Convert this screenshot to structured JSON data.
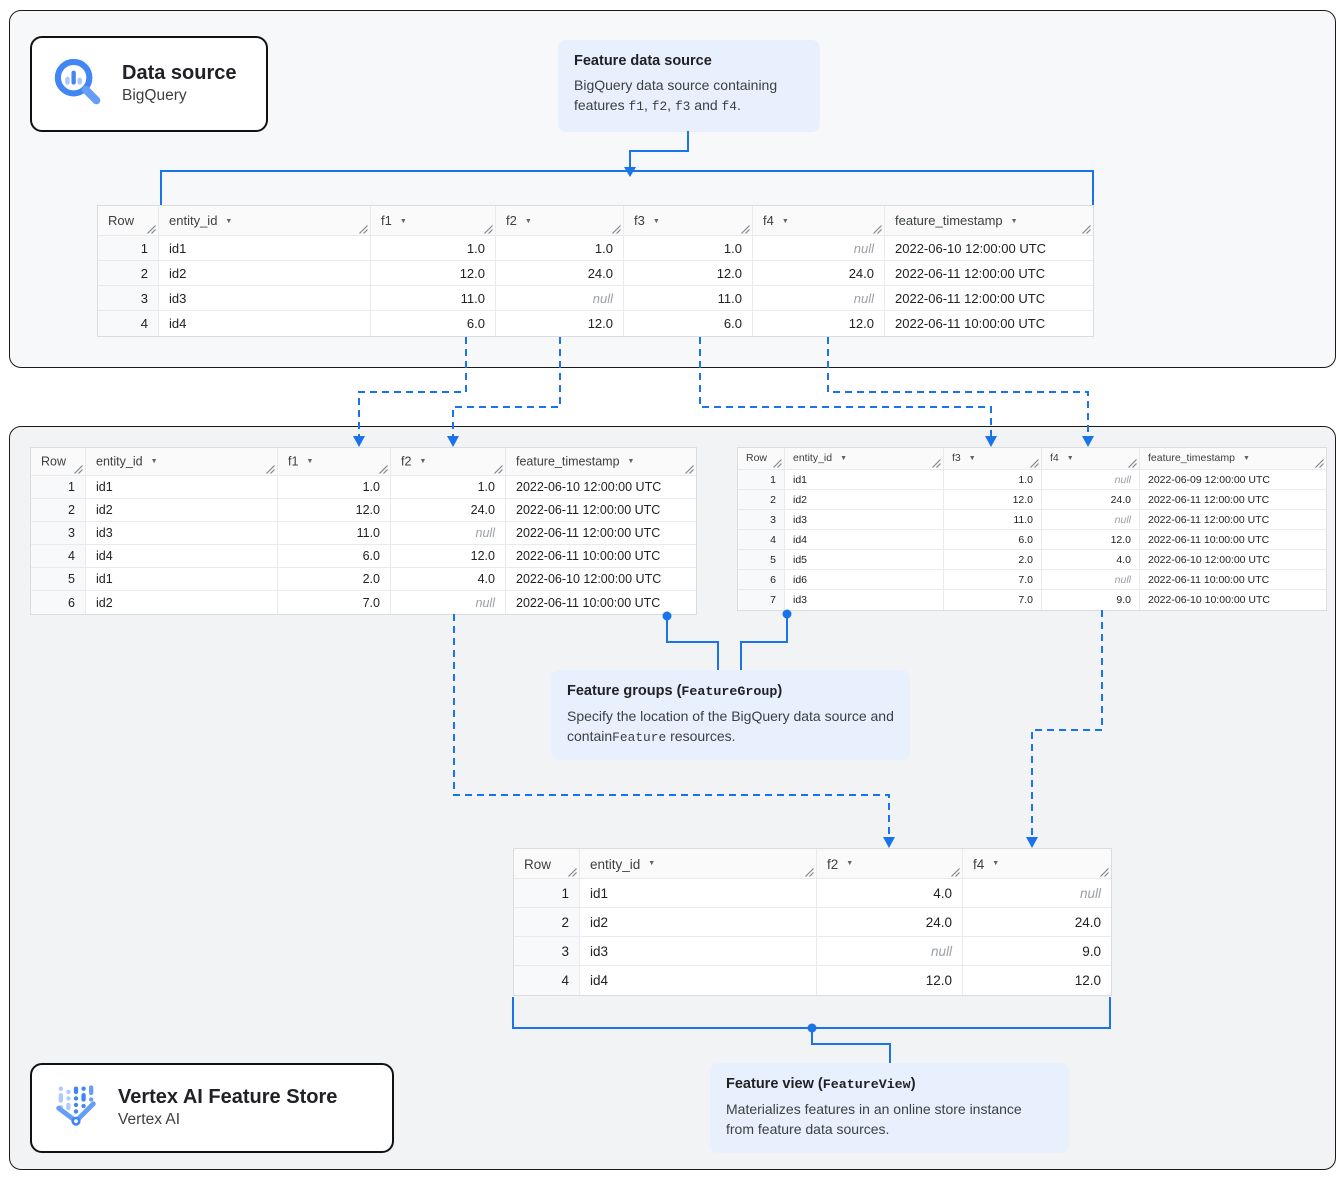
{
  "colors": {
    "accent": "#1a73e8",
    "callout_bg": "#e8f0fe",
    "panel_bg": "#f1f3f4"
  },
  "badges": {
    "data_source": {
      "title": "Data source",
      "subtitle": "BigQuery"
    },
    "vertex": {
      "title": "Vertex AI Feature Store",
      "subtitle": "Vertex AI"
    }
  },
  "callouts": {
    "feature_data_source": {
      "title": "Feature data source",
      "body": {
        "p0": "BigQuery data source containing features ",
        "f1": "f1",
        "c1": ", ",
        "f2": "f2",
        "c2": ", ",
        "f3": "f3",
        "a": " and ",
        "f4": "f4",
        "end": "."
      }
    },
    "feature_groups": {
      "title_prefix": "Feature groups (",
      "title_mono": "FeatureGroup",
      "title_suffix": ")",
      "body_prefix": "Specify the location of the BigQuery data source and contain",
      "body_mono": "Feature",
      "body_suffix": " resources."
    },
    "feature_view": {
      "title_prefix": "Feature view (",
      "title_mono": "FeatureView",
      "title_suffix": ")",
      "body": "Materializes features in an online store instance from feature data sources."
    }
  },
  "tables": {
    "source": {
      "columns": [
        {
          "label": "Row",
          "type": "rownum",
          "sortable": false
        },
        {
          "label": "entity_id",
          "type": "text",
          "sortable": true
        },
        {
          "label": "f1",
          "type": "num",
          "sortable": true
        },
        {
          "label": "f2",
          "type": "num",
          "sortable": true
        },
        {
          "label": "f3",
          "type": "num",
          "sortable": true
        },
        {
          "label": "f4",
          "type": "num",
          "sortable": true
        },
        {
          "label": "feature_timestamp",
          "type": "ts",
          "sortable": true
        }
      ],
      "rows": [
        [
          "1",
          "id1",
          "1.0",
          "1.0",
          "1.0",
          null,
          "2022-06-10 12:00:00 UTC"
        ],
        [
          "2",
          "id2",
          "12.0",
          "24.0",
          "12.0",
          "24.0",
          "2022-06-11 12:00:00 UTC"
        ],
        [
          "3",
          "id3",
          "11.0",
          null,
          "11.0",
          null,
          "2022-06-11 12:00:00 UTC"
        ],
        [
          "4",
          "id4",
          "6.0",
          "12.0",
          "6.0",
          "12.0",
          "2022-06-11 10:00:00 UTC"
        ]
      ]
    },
    "group1": {
      "columns": [
        {
          "label": "Row",
          "type": "rownum",
          "sortable": false
        },
        {
          "label": "entity_id",
          "type": "text",
          "sortable": true
        },
        {
          "label": "f1",
          "type": "num",
          "sortable": true
        },
        {
          "label": "f2",
          "type": "num",
          "sortable": true
        },
        {
          "label": "feature_timestamp",
          "type": "ts",
          "sortable": true
        }
      ],
      "rows": [
        [
          "1",
          "id1",
          "1.0",
          "1.0",
          "2022-06-10 12:00:00 UTC"
        ],
        [
          "2",
          "id2",
          "12.0",
          "24.0",
          "2022-06-11 12:00:00 UTC"
        ],
        [
          "3",
          "id3",
          "11.0",
          null,
          "2022-06-11 12:00:00 UTC"
        ],
        [
          "4",
          "id4",
          "6.0",
          "12.0",
          "2022-06-11 10:00:00 UTC"
        ],
        [
          "5",
          "id1",
          "2.0",
          "4.0",
          "2022-06-10 12:00:00 UTC"
        ],
        [
          "6",
          "id2",
          "7.0",
          null,
          "2022-06-11 10:00:00 UTC"
        ]
      ]
    },
    "group2": {
      "columns": [
        {
          "label": "Row",
          "type": "rownum",
          "sortable": false
        },
        {
          "label": "entity_id",
          "type": "text",
          "sortable": true
        },
        {
          "label": "f3",
          "type": "num",
          "sortable": true
        },
        {
          "label": "f4",
          "type": "num",
          "sortable": true
        },
        {
          "label": "feature_timestamp",
          "type": "ts",
          "sortable": true
        }
      ],
      "rows": [
        [
          "1",
          "id1",
          "1.0",
          null,
          "2022-06-09 12:00:00 UTC"
        ],
        [
          "2",
          "id2",
          "12.0",
          "24.0",
          "2022-06-11 12:00:00 UTC"
        ],
        [
          "3",
          "id3",
          "11.0",
          null,
          "2022-06-11 12:00:00 UTC"
        ],
        [
          "4",
          "id4",
          "6.0",
          "12.0",
          "2022-06-11 10:00:00 UTC"
        ],
        [
          "5",
          "id5",
          "2.0",
          "4.0",
          "2022-06-10 12:00:00 UTC"
        ],
        [
          "6",
          "id6",
          "7.0",
          null,
          "2022-06-11 10:00:00 UTC"
        ],
        [
          "7",
          "id3",
          "7.0",
          "9.0",
          "2022-06-10 10:00:00 UTC"
        ]
      ]
    },
    "view": {
      "columns": [
        {
          "label": "Row",
          "type": "rownum",
          "sortable": false
        },
        {
          "label": "entity_id",
          "type": "text",
          "sortable": true
        },
        {
          "label": "f2",
          "type": "num",
          "sortable": true
        },
        {
          "label": "f4",
          "type": "num",
          "sortable": true
        }
      ],
      "rows": [
        [
          "1",
          "id1",
          "4.0",
          null
        ],
        [
          "2",
          "id2",
          "24.0",
          "24.0"
        ],
        [
          "3",
          "id3",
          null,
          "9.0"
        ],
        [
          "4",
          "id4",
          "12.0",
          "12.0"
        ]
      ]
    }
  },
  "null_text": "null"
}
